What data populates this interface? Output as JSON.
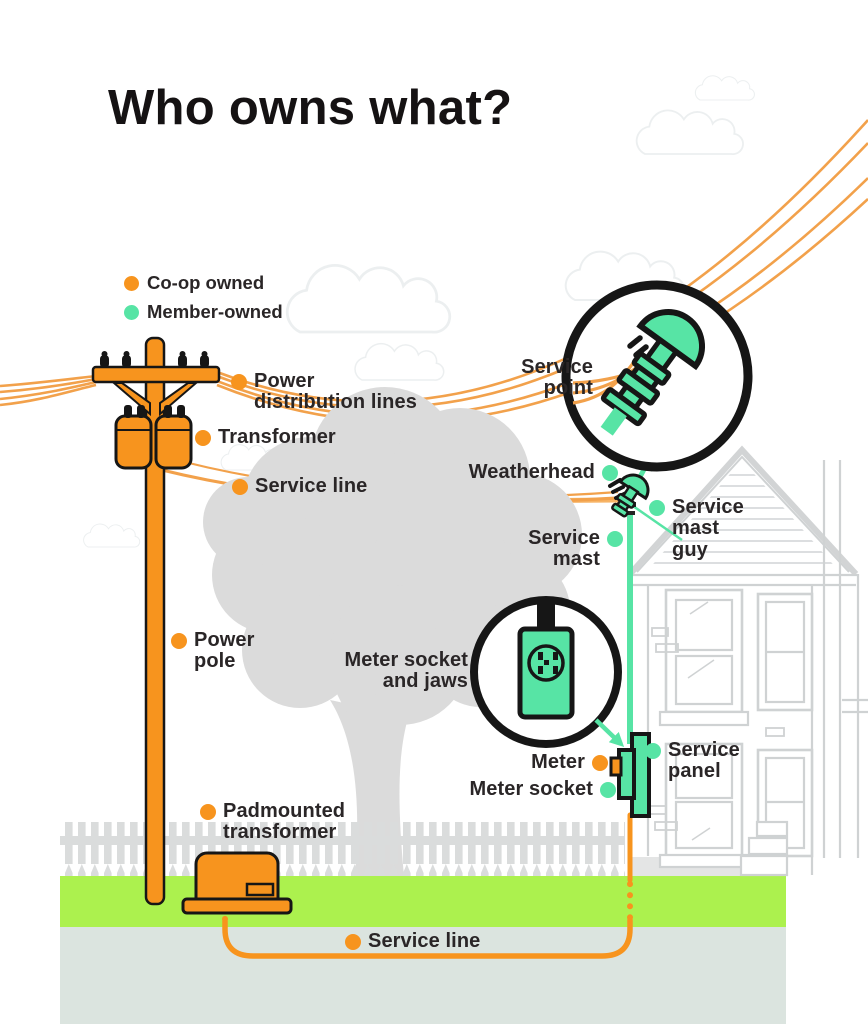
{
  "title": "Who owns what?",
  "legend": {
    "coop": {
      "label": "Co-op owned",
      "color": "#F7941E"
    },
    "member": {
      "label": "Member-owned",
      "color": "#57E4A5"
    }
  },
  "labels": {
    "power_distribution_lines": {
      "lines": [
        "Power",
        "distribution lines"
      ],
      "owner": "coop"
    },
    "transformer": {
      "lines": [
        "Transformer"
      ],
      "owner": "coop"
    },
    "service_line_overhead": {
      "lines": [
        "Service line"
      ],
      "owner": "coop"
    },
    "power_pole": {
      "lines": [
        "Power",
        "pole"
      ],
      "owner": "coop"
    },
    "padmounted_transformer": {
      "lines": [
        "Padmounted",
        "transformer"
      ],
      "owner": "coop"
    },
    "service_line_underground": {
      "lines": [
        "Service line"
      ],
      "owner": "coop"
    },
    "service_point": {
      "lines": [
        "Service",
        "point"
      ],
      "owner": "none"
    },
    "weatherhead": {
      "lines": [
        "Weatherhead"
      ],
      "owner": "member"
    },
    "service_mast": {
      "lines": [
        "Service",
        "mast"
      ],
      "owner": "member"
    },
    "service_mast_guy": {
      "lines": [
        "Service",
        "mast",
        "guy"
      ],
      "owner": "member"
    },
    "meter_socket_and_jaws": {
      "lines": [
        "Meter socket",
        "and jaws"
      ],
      "owner": "none"
    },
    "meter": {
      "lines": [
        "Meter"
      ],
      "owner": "coop"
    },
    "meter_socket": {
      "lines": [
        "Meter socket"
      ],
      "owner": "member"
    },
    "service_panel": {
      "lines": [
        "Service",
        "panel"
      ],
      "owner": "member"
    }
  },
  "colors": {
    "coop_orange": "#F7941E",
    "line_orange": "#F2A14B",
    "member_green": "#57E4A5",
    "grass_green": "#ACF14E",
    "underground_gray": "#DBE4DF",
    "sketch_gray": "#DBDBDB",
    "outline_black": "#161616",
    "text_dark": "#2A2627"
  }
}
